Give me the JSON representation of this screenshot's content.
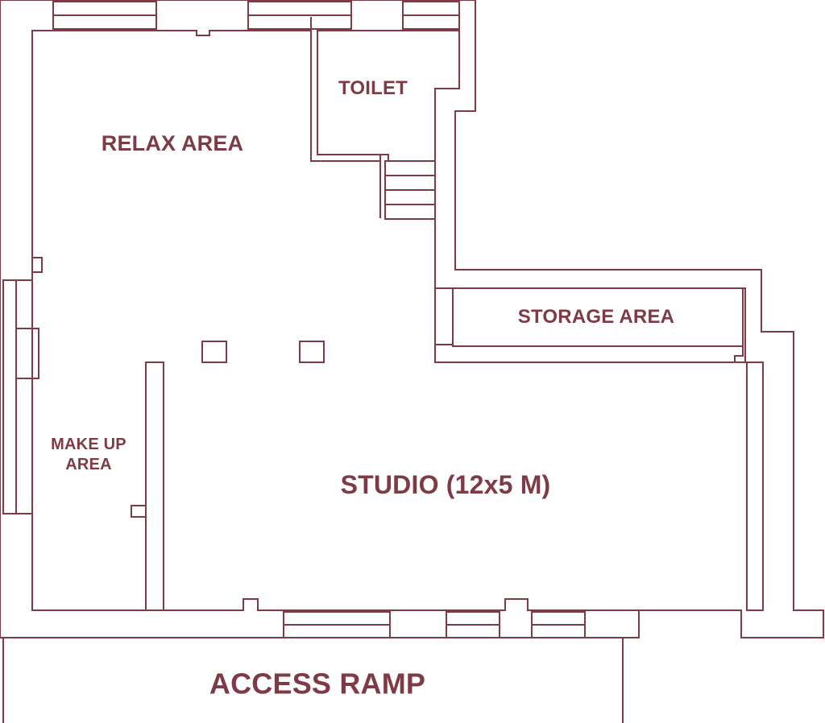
{
  "accent_color": "#7f3b45",
  "rooms": {
    "relax": "RELAX AREA",
    "toilet": "TOILET",
    "storage": "STORAGE AREA",
    "makeup_line1": "MAKE UP",
    "makeup_line2": "AREA",
    "studio": "STUDIO (12x5 M)",
    "ramp": "ACCESS RAMP"
  }
}
